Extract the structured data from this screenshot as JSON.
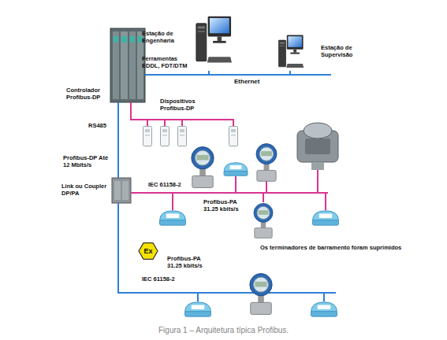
{
  "diagram": {
    "caption": "Figura 1 – Arquitetura típica Profibus.",
    "nodes": [
      {
        "text": [
          "Estação de Engenharia",
          "Ferramentas EDDL, FDT/DTM"
        ]
      },
      {
        "text": [
          "Estação de Supervisão"
        ]
      },
      {
        "text": [
          "Controlador Profibus-DP"
        ]
      },
      {
        "text": [
          "Dispositivos Profibus-DP"
        ]
      },
      {
        "text": [
          "Link ou Coupler DP/PA"
        ]
      }
    ],
    "edges": [
      {
        "from": 2,
        "to": 0,
        "arrow": "none"
      },
      {
        "from": 2,
        "to": 1,
        "arrow": "none",
        "label": "Ethernet"
      },
      {
        "from": 2,
        "to": 3,
        "arrow": "none"
      },
      {
        "from": 2,
        "to": 4,
        "arrow": "none"
      }
    ],
    "labels": [
      "RS485",
      "Profibus-DP Até 12 Mbits/s",
      "IEC 61158-2",
      "Profibus-PA 31.25 kbits/s",
      "Os terminadores de barramento foram suprimidos",
      "Ex",
      "Profibus-PA 31.25 kbits/s",
      "IEC 61158-2"
    ]
  }
}
